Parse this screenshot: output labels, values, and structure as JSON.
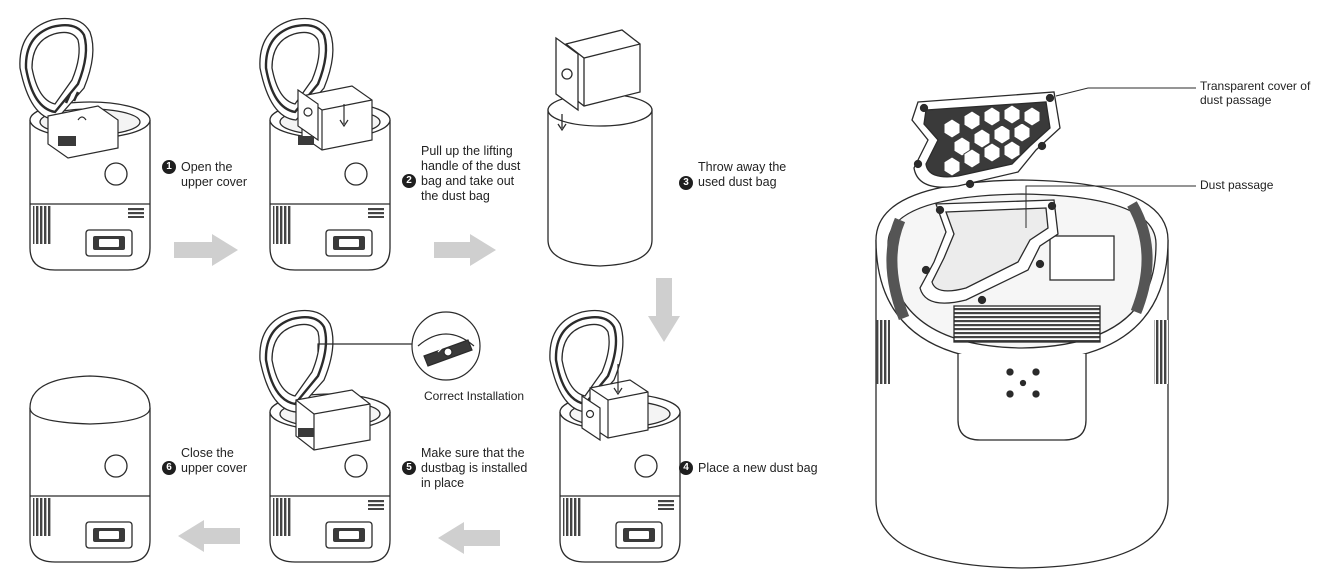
{
  "steps": [
    {
      "number": "1",
      "text": "Open the\nupper cover"
    },
    {
      "number": "2",
      "text": "Pull up the lifting\nhandle of the dust\nbag and take out\nthe dust bag"
    },
    {
      "number": "3",
      "text": "Throw away the\nused dust bag"
    },
    {
      "number": "4",
      "text": "Place a new dust bag"
    },
    {
      "number": "5",
      "text": "Make sure that the\ndustbag is installed\nin place"
    },
    {
      "number": "6",
      "text": "Close the\nupper cover"
    }
  ],
  "detail_callout": "Correct Installation",
  "part_callouts": {
    "transparent_cover": "Transparent cover of\ndust passage",
    "dust_passage": "Dust passage"
  },
  "colors": {
    "line": "#2b2b2b",
    "arrow": "#cfcfcf",
    "dark_fill": "#3a3a3a",
    "badge": "#1f1f1f"
  }
}
